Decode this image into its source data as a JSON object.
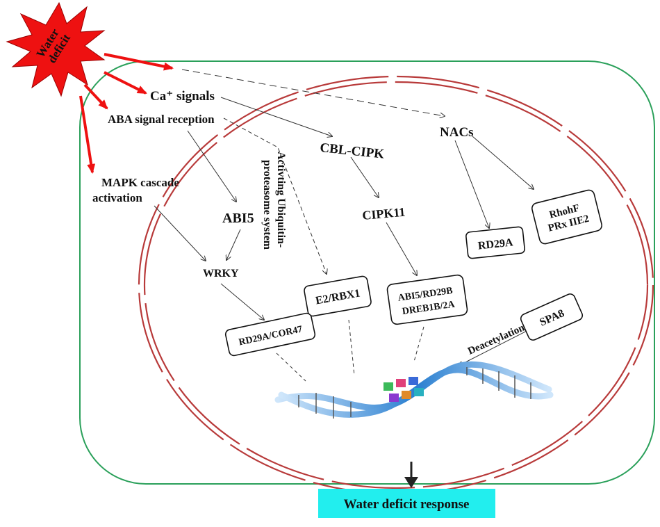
{
  "stressor": {
    "line1": "Water",
    "line2": "deficit",
    "color": "#ee1111"
  },
  "signals": {
    "calcium": "Ca⁺ signals",
    "aba": "ABA signal reception",
    "mapk_line1": "MAPK cascade",
    "mapk_line2": "activation"
  },
  "nodes": {
    "cbl_cipk": "CBL-CIPK",
    "nacs": "NACs",
    "abi5": "ABI5",
    "cipk11": "CIPK11",
    "wrky": "WRKY",
    "ubiquitin_line1": "Activting Ubiquitin-",
    "ubiquitin_line2": "proteasome  system"
  },
  "boxes": {
    "rd29a": "RD29A",
    "rhohf_line1": "RhohF",
    "rhohf_line2": "PRx IIE2",
    "e2_rbx1": "E2/RBX1",
    "abi5_rd29b_line1": "ABI5/RD29B",
    "abi5_rd29b_line2": "DREB1B/2A",
    "rd29a_cor47": "RD29A/COR47",
    "spa8": "SPA8"
  },
  "labels": {
    "deacetylation": "Deacetylation"
  },
  "output": {
    "label": "Water deficit response",
    "color": "#22eeee"
  },
  "colors": {
    "cell_wall": "#2aa05a",
    "nucleus": "#b83a3a",
    "arrow_red": "#ee1111",
    "dna_blue": "#2a7fd0"
  }
}
